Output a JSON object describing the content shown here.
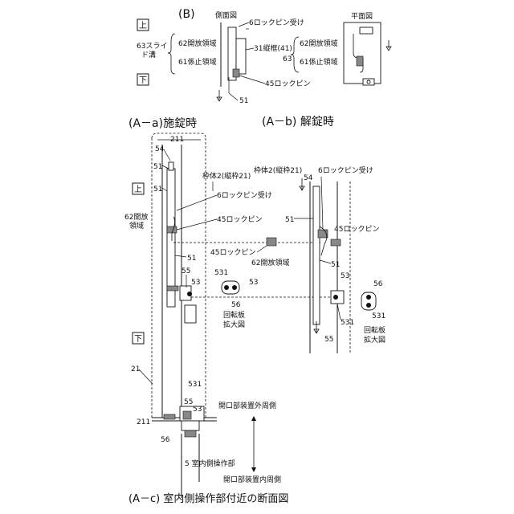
{
  "section_b": {
    "title": "(B)",
    "side_view": "側面図",
    "plan_view": "平面図",
    "up": "上",
    "down": "下",
    "slide_groove": "63スライ",
    "slide_groove2": "ド溝",
    "open_area": "62開放領域",
    "lock_area": "61係止領域",
    "lockpin_recv": "6ロックピン受け",
    "stile": "31縦框(41)",
    "num63": "63",
    "open_area_b": "62開放領域",
    "lock_area_b": "61係止領域",
    "lockpin": "45ロックピン",
    "num51": "51"
  },
  "section_a": {
    "title_a": "(A－a)施錠時",
    "title_b": "(A－b) 解錠時",
    "up": "上",
    "down": "下",
    "l211_top": "211",
    "l54": "54",
    "l51a": "51",
    "l51b": "51",
    "frame_a": "枠体2(縦枠21)",
    "recv_a": "6ロックピン受け",
    "open_a": "62開放",
    "open_a2": "領域",
    "pin_a": "45ロックピン",
    "l51c": "51",
    "l55": "55",
    "l53a": "53",
    "pin_center": "45ロックピン",
    "open_center": "62開放領域",
    "l531a": "531",
    "l53b": "53",
    "l56a": "56",
    "rot_a": "回転板",
    "rot_a2": "拡大図",
    "frame_b": "枠体2(縦枠21)",
    "l54b": "54",
    "recv_b": "6ロックピン受け",
    "l51d": "51",
    "pin_b": "45ロックピン",
    "l51e": "51",
    "l53c": "53",
    "l531b": "531",
    "l55b": "55",
    "l56b": "56",
    "l531c": "531",
    "rot_b": "回転板",
    "rot_b2": "拡大図"
  },
  "section_c": {
    "l21": "21",
    "l211": "211",
    "l531": "531",
    "l55": "55",
    "l53": "53",
    "l56": "56",
    "indoor_op": "5 室内側操作部",
    "outer": "開口部装置外周側",
    "inner": "開口部装置内周側",
    "caption": "(A－c) 室内側操作部付近の断面図"
  }
}
